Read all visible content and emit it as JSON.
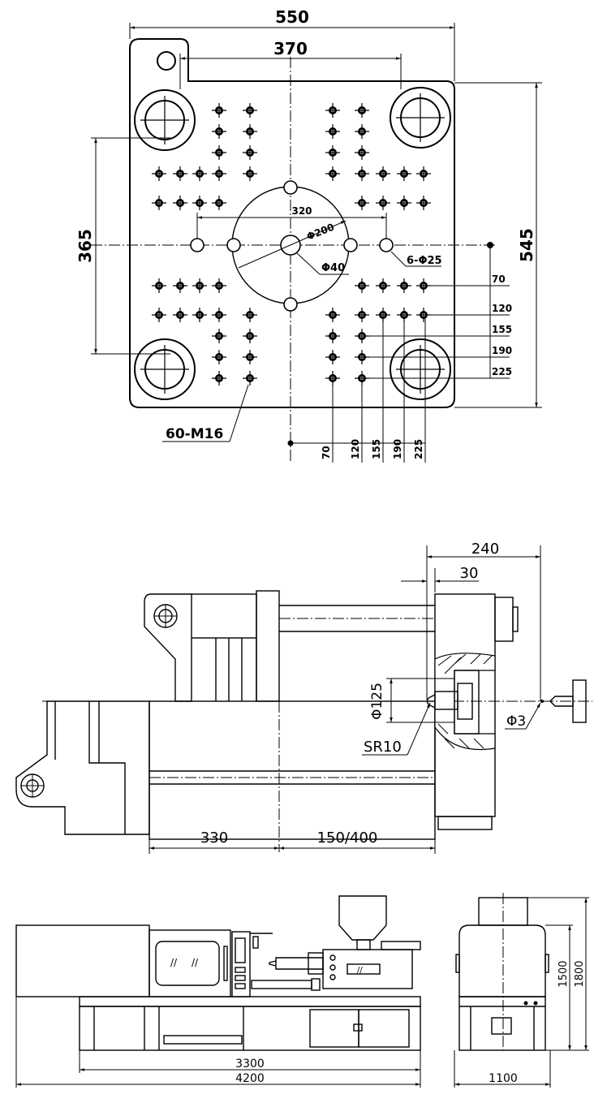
{
  "platen_top": {
    "dims": {
      "width_outer": "550",
      "tie_bar_center_x": "370",
      "height_outer": "545",
      "tie_bar_center_y": "365",
      "bolt_circle": "320",
      "locating_ring": "Φ200",
      "center_hole": "Φ40",
      "ejector_holes": "6-Φ25",
      "tapped_holes": "60-M16"
    },
    "grid_right_labels": [
      "70",
      "120",
      "155",
      "190",
      "225"
    ],
    "grid_bottom_labels": [
      "70",
      "120",
      "155",
      "190",
      "225"
    ]
  },
  "side_view": {
    "dims": {
      "nozzle_reach": "240",
      "platen_offset": "30",
      "ring_dia": "Φ125",
      "sphere_radius": "SR10",
      "nozzle_orifice": "Φ3",
      "mold_min": "330",
      "stroke": "150/400"
    }
  },
  "machine_views": {
    "dims": {
      "length_base": "3300",
      "length_total": "4200",
      "height_body": "1500",
      "height_total": "1800",
      "width": "1100"
    }
  }
}
